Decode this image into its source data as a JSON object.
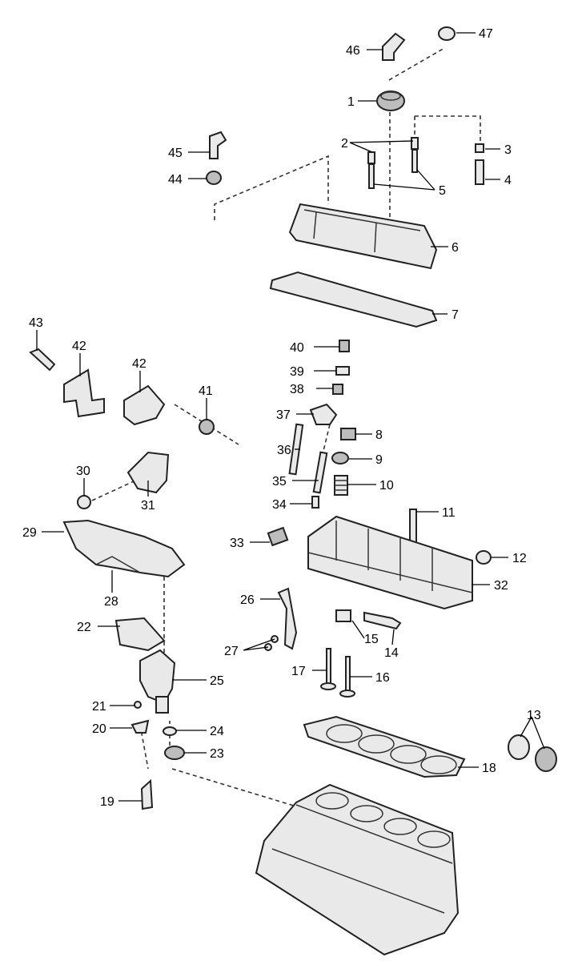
{
  "callouts": {
    "c1": "1",
    "c2": "2",
    "c3": "3",
    "c4": "4",
    "c5": "5",
    "c6": "6",
    "c7": "7",
    "c8": "8",
    "c9": "9",
    "c10": "10",
    "c11": "11",
    "c12": "12",
    "c13": "13",
    "c14": "14",
    "c15": "15",
    "c16": "16",
    "c17": "17",
    "c18": "18",
    "c19": "19",
    "c20": "20",
    "c21": "21",
    "c22": "22",
    "c23": "23",
    "c24": "24",
    "c25": "25",
    "c26": "26",
    "c27": "27",
    "c28": "28",
    "c29": "29",
    "c30": "30",
    "c31": "31",
    "c32": "32",
    "c33": "33",
    "c34": "34",
    "c35": "35",
    "c36": "36",
    "c37": "37",
    "c38": "38",
    "c39": "39",
    "c40": "40",
    "c41": "41",
    "c42a": "42",
    "c42b": "42",
    "c43": "43",
    "c44": "44",
    "c45": "45",
    "c46": "46",
    "c47": "47"
  }
}
